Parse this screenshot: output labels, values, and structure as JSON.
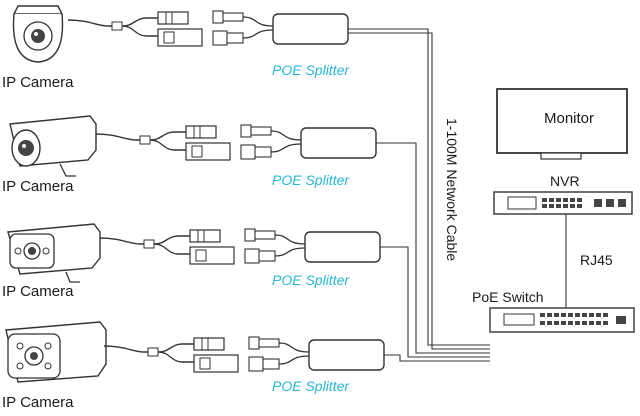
{
  "cameras": [
    {
      "label": "IP Camera"
    },
    {
      "label": "IP Camera"
    },
    {
      "label": "IP Camera"
    },
    {
      "label": "IP Camera"
    }
  ],
  "splitters": [
    {
      "label": "POE Splitter"
    },
    {
      "label": "POE Splitter"
    },
    {
      "label": "POE Splitter"
    },
    {
      "label": "POE Splitter"
    }
  ],
  "cable_label": "1-100M Network Cable",
  "monitor_label": "Monitor",
  "nvr_label": "NVR",
  "rj45_label": "RJ45",
  "switch_label": "PoE Switch",
  "colors": {
    "splitter_label": "#29b6d6",
    "line": "#333333"
  }
}
